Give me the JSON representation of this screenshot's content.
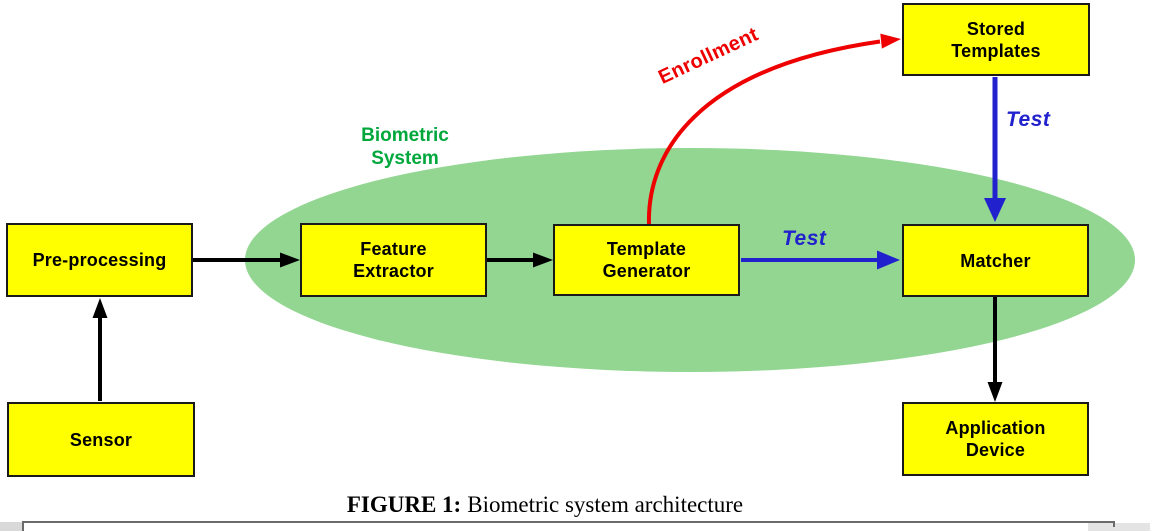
{
  "figure": {
    "system_label": "Biometric\nSystem",
    "boxes": {
      "pre_processing": "Pre-processing",
      "sensor": "Sensor",
      "feature_extractor": "Feature\nExtractor",
      "template_generator": "Template\nGenerator",
      "stored_templates": "Stored\nTemplates",
      "matcher": "Matcher",
      "application_device": "Application\nDevice"
    },
    "labels": {
      "enrollment": "Enrollment",
      "test_template_to_matcher": "Test",
      "test_stored_to_matcher": "Test"
    }
  },
  "caption": {
    "prefix": "FIGURE 1:",
    "text": "Biometric system architecture"
  },
  "colors": {
    "box_fill": "#FFFF00",
    "box_border": "#1a1a1a",
    "ellipse_fill": "#92D692",
    "system_text": "#00A83C",
    "enrollment": "#EE0000",
    "test_blue": "#2121CE",
    "arrow_black": "#000000",
    "caption_text": "#000000"
  }
}
